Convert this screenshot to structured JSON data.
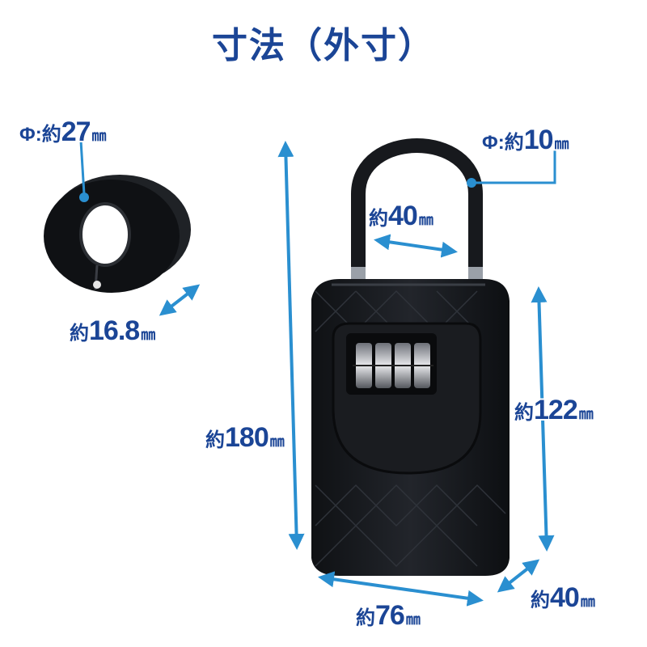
{
  "title": "寸法（外寸）",
  "colors": {
    "accent": "#1b4596",
    "arrow": "#2a8fd0",
    "product": "#16181c"
  },
  "dimensions": {
    "ring_diameter": {
      "prefix": "Φ:約",
      "value": "27",
      "unit": "㎜"
    },
    "ring_thickness": {
      "prefix": "約",
      "value": "16.8",
      "unit": "㎜"
    },
    "height_total": {
      "prefix": "約",
      "value": "180",
      "unit": "㎜"
    },
    "shackle_width": {
      "prefix": "約",
      "value": "40",
      "unit": "㎜"
    },
    "shackle_diameter": {
      "prefix": "Φ:約",
      "value": "10",
      "unit": "㎜"
    },
    "body_height": {
      "prefix": "約",
      "value": "122",
      "unit": "㎜"
    },
    "body_width": {
      "prefix": "約",
      "value": "76",
      "unit": "㎜"
    },
    "body_depth": {
      "prefix": "約",
      "value": "40",
      "unit": "㎜"
    }
  }
}
